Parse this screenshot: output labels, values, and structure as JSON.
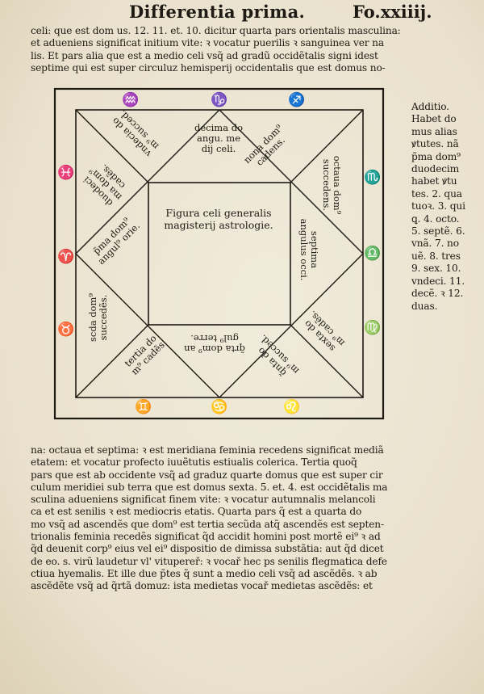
{
  "header": {
    "running_title": "Differentia prima.",
    "folio": "Fo.xxiiij."
  },
  "top_text": [
    "celi: que est dom us. 12. 11. et. 10. dicitur quarta pars orientalis masculina:",
    "et adueniens significat initium vite: ꝛ vocatur puerilis ꝛ sanguinea ver na",
    "lis. Et pars alia que est a medio celi vsq̃ ad gradũ occidẽtalis signi idest",
    "septime qui est super circuluz hemisperij occidentalis que est domus no-"
  ],
  "margin_note": [
    "Additio.",
    "Habet do",
    "mus alias",
    "ꝟtutes. nã",
    "p̃ma dom⁹",
    "duodecim",
    "habet ꝟtu",
    "tes. 2. qua",
    "tuoꝛ. 3. qui",
    "ꝗ. 4. octo.",
    "5. septẽ. 6.",
    "vnã. 7. no",
    "uẽ. 8. tres",
    "9. sex. 10.",
    "vndeci. 11.",
    "decẽ. ꝛ 12.",
    "duas."
  ],
  "figure": {
    "center_title": "Figura celi generalis\nmagisterij astrologie.",
    "zodiac_signs": {
      "aquarius": "♒",
      "capricorn": "♑",
      "sagittarius": "♐",
      "scorpio": "♏",
      "libra": "♎",
      "virgo": "♍",
      "leo": "♌",
      "cancer": "♋",
      "gemini": "♊",
      "taurus": "♉",
      "aries": "♈",
      "pisces": "♓"
    },
    "houses": {
      "h10": "decima do\nangu. me\ndij celi.",
      "h9": "nona dom⁹\ncadens.",
      "h8": "octaua dom⁹\nsuccedens.",
      "h7": "septima\nangulus occi.",
      "h6": "sexta do\nm⁹ cadẽs.",
      "h5": "q̃nta do\nm⁹ succed.",
      "h4": "q̃rta dom⁹ an\ngul⁹ terre.",
      "h3": "tertia do\nm⁹ cadẽs",
      "h2": "scda dom⁹\nsuccedẽs.",
      "h1": "p̃ma dom⁹\nangul⁹ orie.",
      "h12": "duodeci\nma dom⁹\ncadẽs.",
      "h11": "vndecia do\nm⁹ succed."
    }
  },
  "bottom_text": [
    "na: octaua et septima: ꝛ est meridiana feminia recedens significat mediã",
    "etatem: et vocatur profecto iuuẽtutis estiualis colerica. Tertia quoq̃",
    "pars que est ab occidente vsq̃ ad graduz quarte domus que est super cir",
    "culum meridiei sub terra que est domus sexta. 5. et. 4. est occidẽtalis ma",
    "sculina adueniens significat finem vite: ꝛ vocatur autumnalis melancoli",
    "ca et est senilis ꝛ est mediocris etatis. Quarta pars q̃ est a quarta do",
    "mo vsq̃ ad ascendẽs que dom⁹ est tertia secũda atq̃ ascendẽs est septen-",
    "trionalis feminia recedẽs significat q̃d accidit homini post mortẽ ei⁹ ꝛ ad",
    "q̃d deuenit corp⁹ eius vel ei⁹ dispositio de dimissa substãtia: aut q̃d dicet",
    "de eo. s. virũ laudetur vl' vitupereř: ꝛ vocař hec ps senilis flegmatica defe",
    "ctiua hyemalis. Et ille due p̃tes q̃ sunt a medio celi vsq̃ ad ascẽdẽs. ꝛ ab",
    "ascẽdẽte vsq̃ ad q̃rtã domuz: ista medietas vocař medietas ascẽdẽs: et"
  ]
}
